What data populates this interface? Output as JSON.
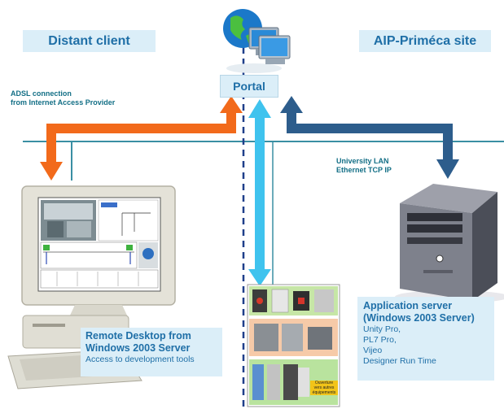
{
  "labels": {
    "distant_client": "Distant client",
    "aip_site": "AIP-Priméca site",
    "portal": "Portal",
    "adsl_line1": "ADSL connection",
    "adsl_line2": "from Internet Access Provider",
    "lan_line1": "University LAN",
    "lan_line2": "Ethernet TCP IP"
  },
  "remote_desktop": {
    "title_line1": "Remote Desktop from",
    "title_line2": "Windows 2003 Server",
    "subtitle": "Access to development tools"
  },
  "app_server": {
    "title_line1": "Application server",
    "title_line2": "(Windows 2003 Server)",
    "items": [
      "Unity Pro,",
      "PL7 Pro,",
      "Vijeo",
      "Designer Run Time"
    ]
  },
  "equipment_sign": {
    "line1": "Ouverture",
    "line2": "vers autres",
    "line3": "équipements"
  },
  "colors": {
    "label_bg": "#dbeef8",
    "label_text": "#1f6fa7",
    "note_text": "#136f86",
    "network_line": "#3a8fa3",
    "orange_arrow": "#f26a1b",
    "cyan_arrow": "#3fc3ee",
    "navy_arrow": "#2d5d8c"
  }
}
